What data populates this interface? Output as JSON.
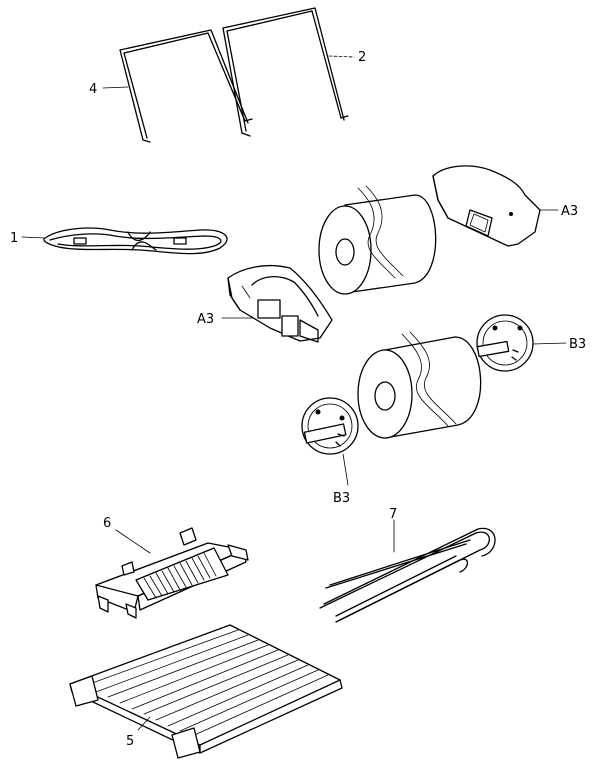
{
  "labels": {
    "part1": "1",
    "part2": "2",
    "part4": "4",
    "part5": "5",
    "part6": "6",
    "part7": "7",
    "a3_right": "A3",
    "a3_left": "A3",
    "b3_right": "B3",
    "b3_bottom": "B3"
  },
  "colors": {
    "line": "#000000",
    "background": "#ffffff"
  }
}
